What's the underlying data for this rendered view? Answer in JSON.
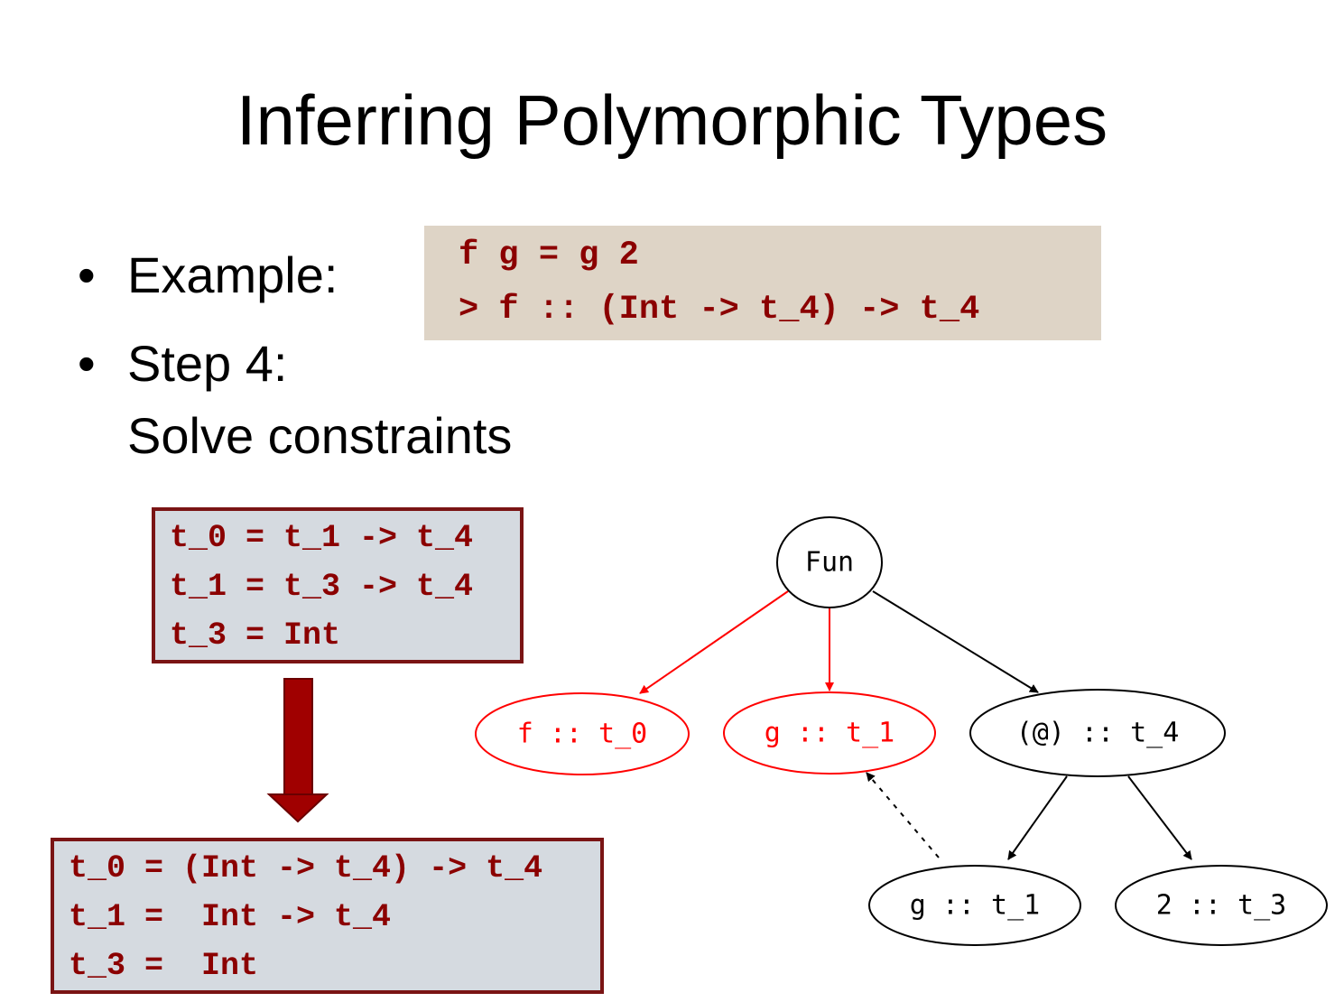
{
  "slide": {
    "title": "Inferring Polymorphic Types",
    "bullets": [
      {
        "label": "Example:"
      },
      {
        "label": "Step 4:",
        "sub": "Solve constraints"
      }
    ],
    "example_code": [
      "f g = g 2",
      "> f :: (Int -> t_4) -> t_4"
    ],
    "constraints_before": [
      "t_0 = t_1 -> t_4",
      "t_1 = t_3 -> t_4",
      "t_3 = Int"
    ],
    "constraints_after": [
      "t_0 = (Int -> t_4) -> t_4",
      "t_1 =  Int -> t_4",
      "t_3 =  Int"
    ]
  },
  "graph": {
    "nodes": [
      {
        "id": "fun",
        "label": "Fun",
        "color": "#000000"
      },
      {
        "id": "f",
        "label": "f :: t_0",
        "color": "#ff0000"
      },
      {
        "id": "g",
        "label": "g :: t_1",
        "color": "#ff0000"
      },
      {
        "id": "app",
        "label": "(@) :: t_4",
        "color": "#000000"
      },
      {
        "id": "g2",
        "label": "g :: t_1",
        "color": "#000000"
      },
      {
        "id": "two",
        "label": "2 :: t_3",
        "color": "#000000"
      }
    ],
    "edges": [
      {
        "from": "fun",
        "to": "f",
        "color": "#ff0000",
        "style": "solid"
      },
      {
        "from": "fun",
        "to": "g",
        "color": "#ff0000",
        "style": "solid"
      },
      {
        "from": "fun",
        "to": "app",
        "color": "#000000",
        "style": "solid"
      },
      {
        "from": "app",
        "to": "g2",
        "color": "#000000",
        "style": "solid"
      },
      {
        "from": "app",
        "to": "two",
        "color": "#000000",
        "style": "solid"
      },
      {
        "from": "g2",
        "to": "g",
        "color": "#000000",
        "style": "dashed"
      }
    ]
  },
  "colors": {
    "code": "#8b0000",
    "arrow": "#a00000",
    "box_border": "#7a1414"
  }
}
